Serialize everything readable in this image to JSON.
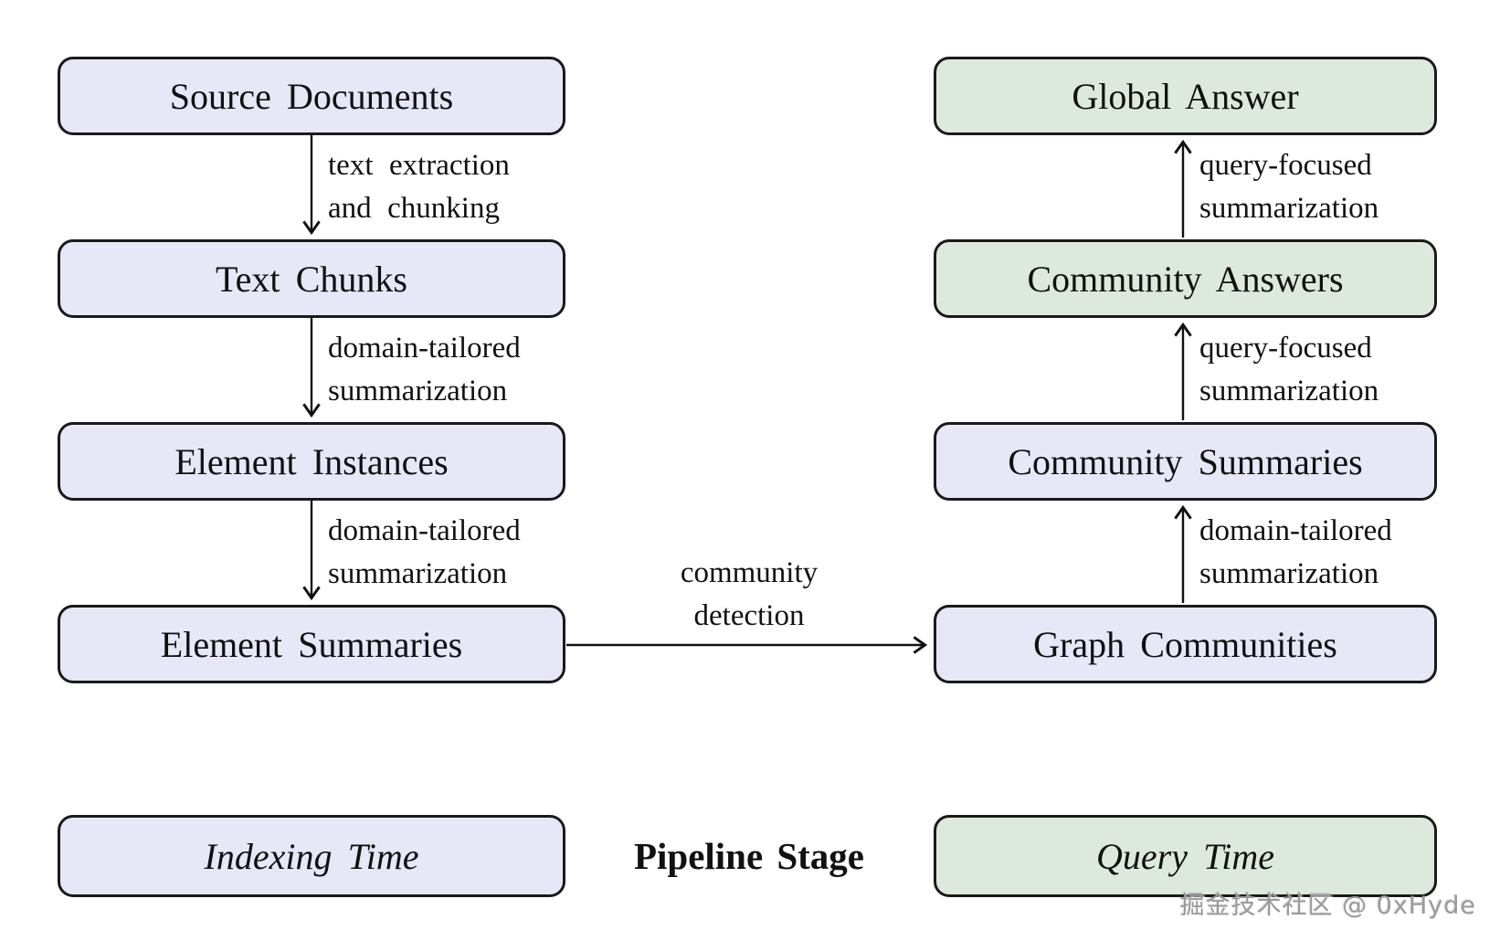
{
  "colors": {
    "canvas_bg": "#ffffff",
    "indexing_fill": "#e7e7f8",
    "query_fill": "#dee9dd",
    "node_border": "#1a1a1a",
    "text": "#111111",
    "arrow": "#111111",
    "watermark": "#9a9a9a"
  },
  "indexing_column": {
    "nodes": [
      {
        "label": "Source Documents"
      },
      {
        "label": "Text Chunks"
      },
      {
        "label": "Element Instances"
      },
      {
        "label": "Element Summaries"
      }
    ],
    "stage": {
      "label": "Indexing Time"
    }
  },
  "query_column": {
    "nodes": [
      {
        "label": "Global Answer"
      },
      {
        "label": "Community Answers"
      },
      {
        "label": "Community Summaries"
      },
      {
        "label": "Graph Communities"
      }
    ],
    "stage": {
      "label": "Query Time"
    }
  },
  "edges": {
    "text_extraction": {
      "line1": "text extraction",
      "line2": "and chunking"
    },
    "chunk_summarization": {
      "line1": "domain-tailored",
      "line2": "summarization"
    },
    "element_summarization": {
      "line1": "domain-tailored",
      "line2": "summarization"
    },
    "community_detection": {
      "line1": "community",
      "line2": "detection"
    },
    "graph_summarization": {
      "line1": "domain-tailored",
      "line2": "summarization"
    },
    "community_answer_summarization": {
      "line1": "query-focused",
      "line2": "summarization"
    },
    "global_answer_summarization": {
      "line1": "query-focused",
      "line2": "summarization"
    }
  },
  "pipeline_stage": {
    "label": "Pipeline Stage"
  },
  "watermark": {
    "text": "掘金技术社区 @ 0xHyde"
  }
}
